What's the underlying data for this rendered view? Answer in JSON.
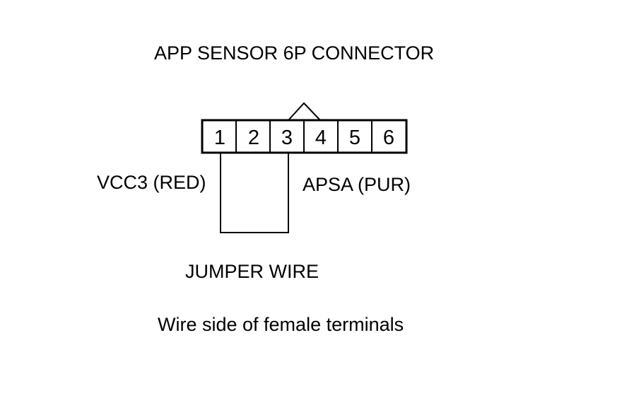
{
  "title": "APP SENSOR 6P CONNECTOR",
  "connector": {
    "pins": [
      "1",
      "2",
      "3",
      "4",
      "5",
      "6"
    ]
  },
  "labels": {
    "vcc3": "VCC3 (RED)",
    "apsa": "APSA (PUR)",
    "jumper": "JUMPER WIRE",
    "note": "Wire side of female terminals"
  }
}
